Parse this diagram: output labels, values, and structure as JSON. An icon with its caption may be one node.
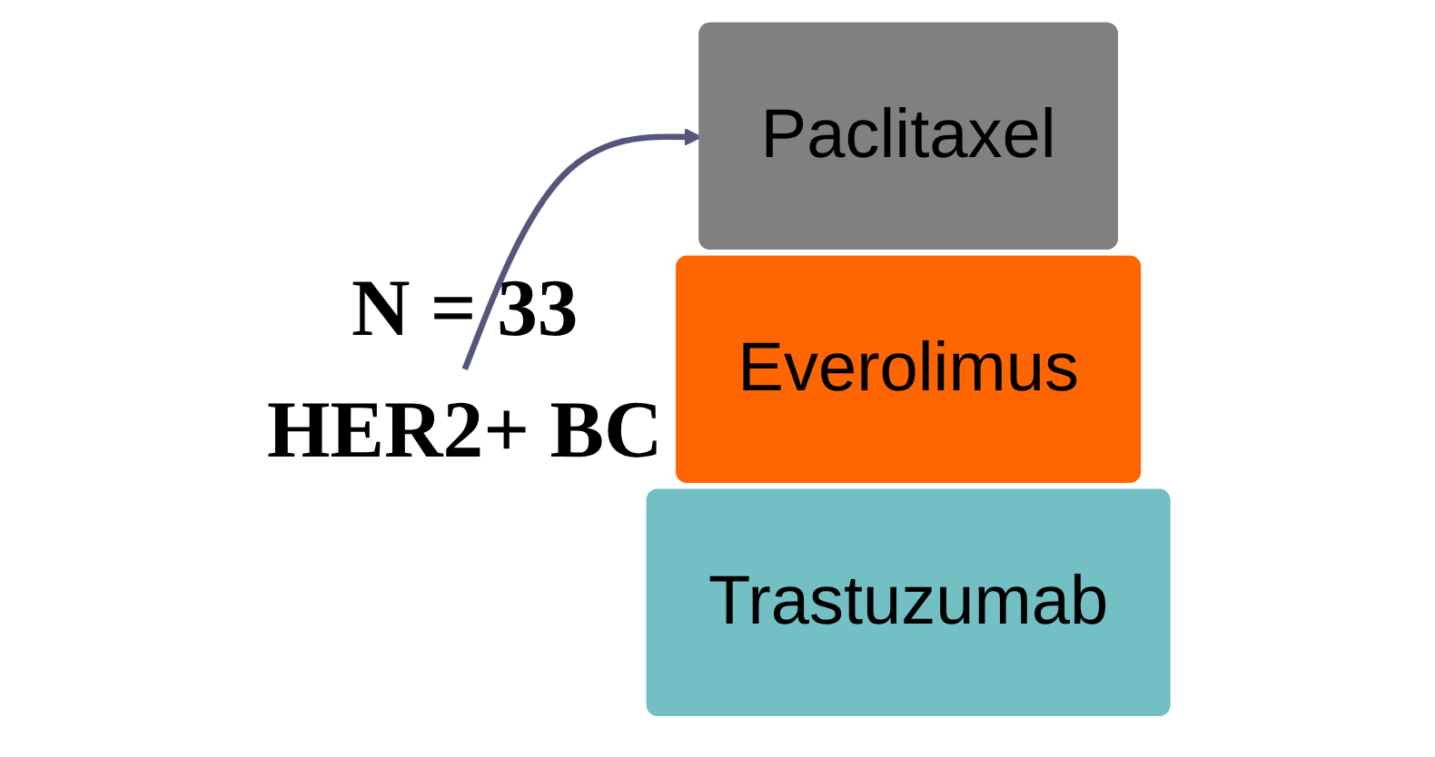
{
  "diagram": {
    "nodes": [
      {
        "text": [
          "N = 33",
          "HER2+ BC"
        ]
      },
      {
        "text": [
          "Everolimus"
        ]
      },
      {
        "text": [
          "Paclitaxel"
        ]
      },
      {
        "text": [
          "Trastuzumab"
        ]
      }
    ],
    "edges": [
      {
        "from": 0,
        "to": 2,
        "arrow": "to"
      }
    ]
  }
}
